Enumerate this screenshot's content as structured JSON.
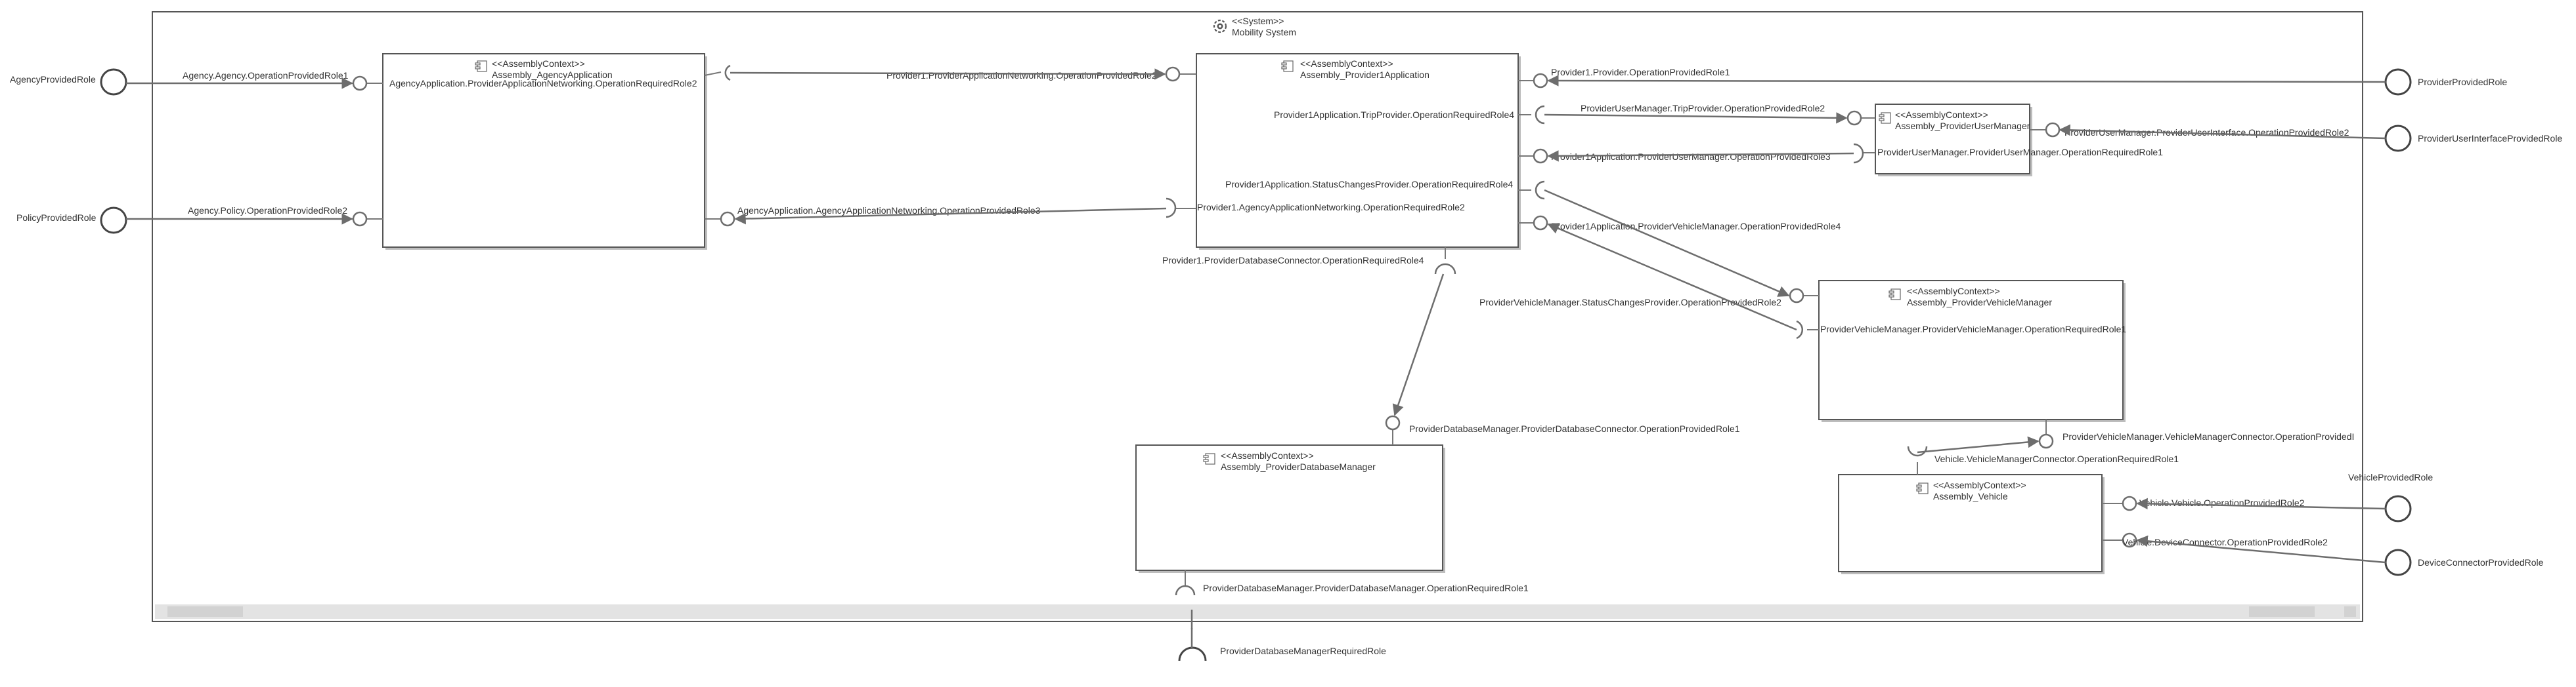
{
  "system": {
    "stereotype": "<<System>>",
    "name": "Mobility System",
    "icon": "system-gear-icon"
  },
  "components": {
    "agency": {
      "stereotype": "<<AssemblyContext>>",
      "name": "Assembly_AgencyApplication",
      "icon": "component-icon"
    },
    "provider1": {
      "stereotype": "<<AssemblyContext>>",
      "name": "Assembly_Provider1Application",
      "icon": "component-icon"
    },
    "userManager": {
      "stereotype": "<<AssemblyContext>>",
      "name": "Assembly_ProviderUserManager",
      "icon": "component-icon"
    },
    "vehicleManager": {
      "stereotype": "<<AssemblyContext>>",
      "name": "Assembly_ProviderVehicleManager",
      "icon": "component-icon"
    },
    "dbManager": {
      "stereotype": "<<AssemblyContext>>",
      "name": "Assembly_ProviderDatabaseManager",
      "icon": "component-icon"
    },
    "vehicle": {
      "stereotype": "<<AssemblyContext>>",
      "name": "Assembly_Vehicle",
      "icon": "component-icon"
    }
  },
  "external_roles": {
    "agencyProvided": "AgencyProvidedRole",
    "policyProvided": "PolicyProvidedRole",
    "providerProvided": "ProviderProvidedRole",
    "providerUserInterfaceProvided": "ProviderUserInterfaceProvidedRole",
    "vehicleProvided": "VehicleProvidedRole",
    "deviceConnectorProvided": "DeviceConnectorProvidedRole",
    "dbManagerRequired": "ProviderDatabaseManagerRequiredRole"
  },
  "role_labels": {
    "agencyOp": "Agency.Agency.OperationProvidedRole1",
    "agencyNetReq": "AgencyApplication.ProviderApplicationNetworking.OperationRequiredRole2",
    "policyOp": "Agency.Policy.OperationProvidedRole2",
    "agencyNetProv": "AgencyApplication.AgencyApplicationNetworking.OperationProvidedRole3",
    "p1NetProv": "Provider1.ProviderApplicationNetworking.OperationProvidedRole2",
    "p1ProviderOp": "Provider1.Provider.OperationProvidedRole1",
    "p1TripReq": "Provider1Application.TripProvider.OperationRequiredRole4",
    "p1UserMgrProv": "Provider1Application.ProviderUserManager.OperationProvidedRole3",
    "p1StatusReq": "Provider1Application.StatusChangesProvider.OperationRequiredRole4",
    "p1AgencyNetReq": "Provider1.AgencyApplicationNetworking.OperationRequiredRole2",
    "p1VehicleMgrProv": "Provider1Application.ProviderVehicleManager.OperationProvidedRole4",
    "p1DbReq": "Provider1.ProviderDatabaseConnector.OperationRequiredRole4",
    "umTripProv": "ProviderUserManager.TripProvider.OperationProvidedRole2",
    "umInterfaceProv": "ProviderUserManager.ProviderUserInterface.OperationProvidedRole2",
    "umReq": "ProviderUserManager.ProviderUserManager.OperationRequiredRole1",
    "vmStatusProv": "ProviderVehicleManager.StatusChangesProvider.OperationProvidedRole2",
    "vmReq": "ProviderVehicleManager.ProviderVehicleManager.OperationRequiredRole1",
    "vmConnProv": "ProviderVehicleManager.VehicleManagerConnector.OperationProvidedI",
    "vehConnReq": "Vehicle.VehicleManagerConnector.OperationRequiredRole1",
    "vehOpProv": "Vehicle.Vehicle.OperationProvidedRole2",
    "vehDevProv": "Vehicle.DeviceConnector.OperationProvidedRole2",
    "dbConnProv": "ProviderDatabaseManager.ProviderDatabaseConnector.OperationProvidedRole1",
    "dbMgrReq": "ProviderDatabaseManager.ProviderDatabaseManager.OperationRequiredRole1"
  }
}
